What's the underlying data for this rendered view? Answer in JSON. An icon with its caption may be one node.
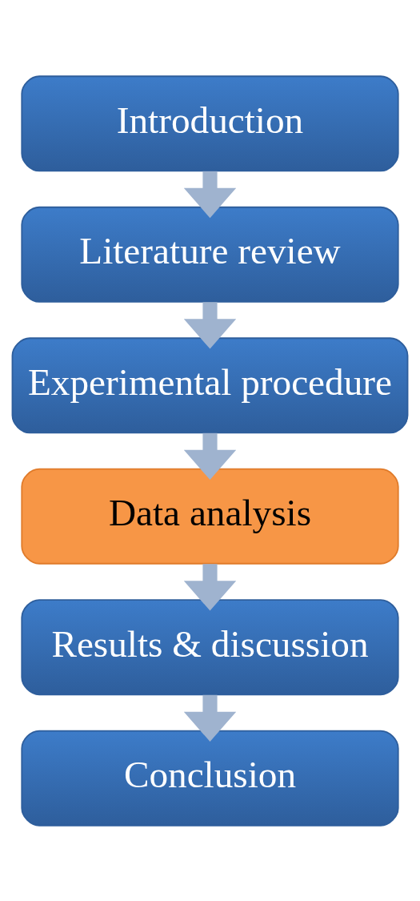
{
  "diagram": {
    "nodes": [
      {
        "text": [
          "Introduction"
        ]
      },
      {
        "text": [
          "Literature review"
        ]
      },
      {
        "text": [
          "Experimental procedure"
        ]
      },
      {
        "text": [
          "Data analysis"
        ]
      },
      {
        "text": [
          "Results & discussion"
        ]
      },
      {
        "text": [
          "Conclusion"
        ]
      }
    ],
    "edges": [
      {
        "from": 0,
        "to": 1,
        "arrow": "to"
      },
      {
        "from": 1,
        "to": 2,
        "arrow": "to"
      },
      {
        "from": 2,
        "to": 3,
        "arrow": "to"
      },
      {
        "from": 3,
        "to": 4,
        "arrow": "to"
      },
      {
        "from": 4,
        "to": 5,
        "arrow": "to"
      }
    ]
  }
}
